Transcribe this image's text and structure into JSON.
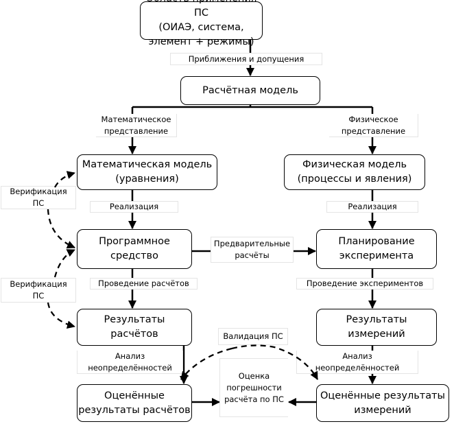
{
  "boxes": {
    "scope": [
      "Область применения ПС",
      "(ОИАЭ, система, элемент + режимы)"
    ],
    "calc_model": [
      "Расчётная модель"
    ],
    "math_model": [
      "Математическая модель",
      "(уравнения)"
    ],
    "phys_model": [
      "Физическая модель",
      "(процессы и явления)"
    ],
    "software": [
      "Программное",
      "средство"
    ],
    "planning": [
      "Планирование",
      "эксперимента"
    ],
    "calc_results": [
      "Результаты",
      "расчётов"
    ],
    "meas_results": [
      "Результаты",
      "измерений"
    ],
    "est_calc": [
      "Оценённые",
      "результаты расчётов"
    ],
    "est_meas": [
      "Оценённые результаты",
      "измерений"
    ]
  },
  "labels": {
    "approx": [
      "Приближения и допущения"
    ],
    "math_repr": [
      "Математическое",
      "представление"
    ],
    "phys_repr": [
      "Физическое",
      "представление"
    ],
    "impl_left": [
      "Реализация"
    ],
    "impl_right": [
      "Реализация"
    ],
    "prelim": [
      "Предварительные",
      "расчёты"
    ],
    "verif1": [
      "Верификация",
      "ПС"
    ],
    "verif2": [
      "Верификация",
      "ПС"
    ],
    "run_calc": [
      "Проведение расчётов"
    ],
    "run_exp": [
      "Проведение экспериментов"
    ],
    "validation": [
      "Валидация ПС"
    ],
    "unc_left": [
      "Анализ",
      "неопределённостей"
    ],
    "unc_right": [
      "Анализ",
      "неопределённостей"
    ],
    "error_est": [
      "Оценка",
      "погрешности",
      "расчёта по ПС"
    ]
  }
}
